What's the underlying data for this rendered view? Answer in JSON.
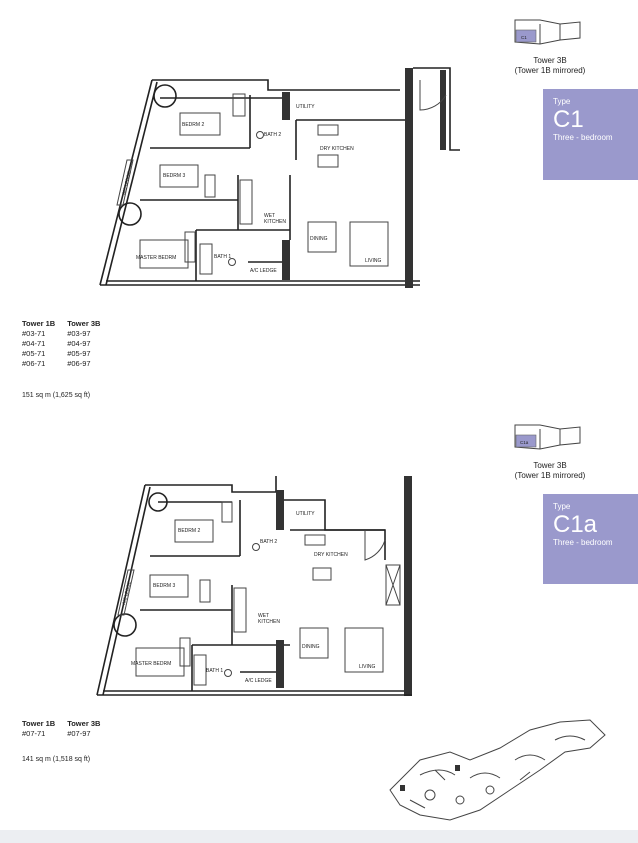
{
  "floorplans": [
    {
      "tower_caption_line1": "Tower 3B",
      "tower_caption_line2": "(Tower 1B mirrored)",
      "type_label": "Type",
      "type_code": "C1",
      "type_desc": "Three - bedroom",
      "key_label": "C1",
      "rooms": {
        "utility": "UTILITY",
        "bath2": "BATH 2",
        "bedrm2": "BEDRM 2",
        "dry_kitchen": "DRY KITCHEN",
        "bedrm3": "BEDRM 3",
        "ac_ledge_side": "A/C LEDGE",
        "wet_kitchen_1": "WET",
        "wet_kitchen_2": "KITCHEN",
        "dining": "DINING",
        "living": "LIVING",
        "master": "MASTER BEDRM",
        "bath1": "BATH 1",
        "ac_ledge_bottom": "A/C LEDGE"
      },
      "units_header": [
        "Tower 1B",
        "Tower 3B"
      ],
      "units_col1": [
        "#03-71",
        "#04-71",
        "#05-71",
        "#06-71"
      ],
      "units_col2": [
        "#03-97",
        "#04-97",
        "#05-97",
        "#06-97"
      ],
      "area": "151 sq m (1,625 sq ft)"
    },
    {
      "tower_caption_line1": "Tower 3B",
      "tower_caption_line2": "(Tower 1B mirrored)",
      "type_label": "Type",
      "type_code": "C1a",
      "type_desc": "Three - bedroom",
      "key_label": "C1a",
      "rooms": {
        "utility": "UTILITY",
        "bath2": "BATH 2",
        "bedrm2": "BEDRM 2",
        "dry_kitchen": "DRY KITCHEN",
        "bedrm3": "BEDRM 3",
        "ac_ledge_side": "A/C LEDGE",
        "wet_kitchen_1": "WET",
        "wet_kitchen_2": "KITCHEN",
        "dining": "DINING",
        "living": "LIVING",
        "master": "MASTER BEDRM",
        "bath1": "BATH 1",
        "ac_ledge_bottom": "A/C LEDGE"
      },
      "units_header": [
        "Tower 1B",
        "Tower 3B"
      ],
      "units_col1": [
        "#07-71"
      ],
      "units_col2": [
        "#07-97"
      ],
      "area": "141 sq m (1,518 sq ft)"
    }
  ],
  "colors": {
    "type_box": "#9a99cc",
    "wall": "#222222"
  }
}
